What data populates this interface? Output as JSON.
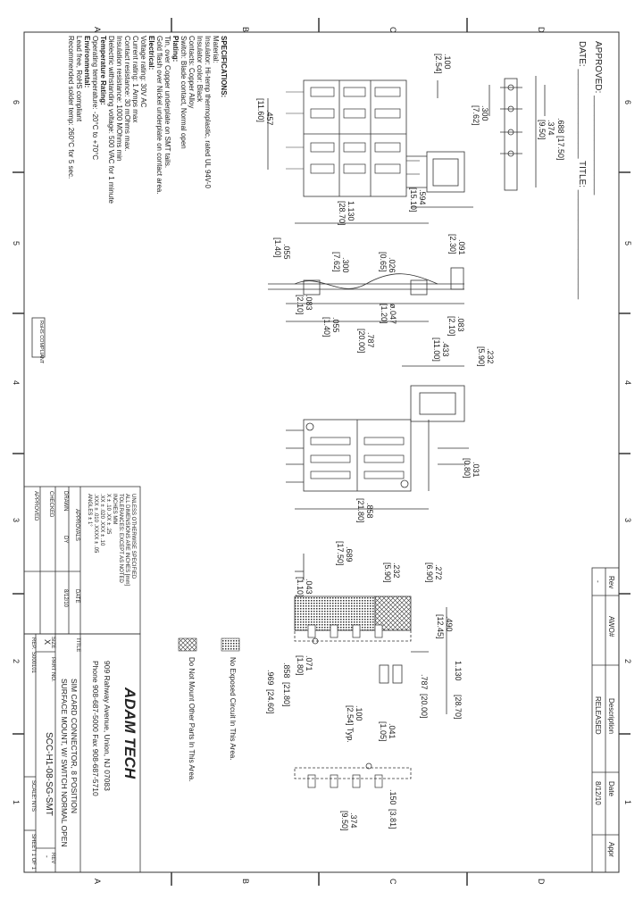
{
  "border": {
    "top_letters": [
      "A",
      "B",
      "C",
      "D"
    ],
    "bottom_letters": [
      "A",
      "B",
      "C",
      "D"
    ],
    "left_numbers": [
      "6",
      "5",
      "4",
      "3",
      "2",
      "1"
    ],
    "right_numbers": [
      "6",
      "5",
      "4",
      "3",
      "2",
      "1"
    ]
  },
  "approval": {
    "approved": "APPROVED: ____________________",
    "date": "DATE: __________________",
    "title": "TITLE: ______________________"
  },
  "specs": {
    "heading": "SPECIFICATIONS:",
    "lines": [
      "Material:",
      "Insulator: Hi-temp thermoplastic, rated UL 94V-0",
      "Insulator color: Black",
      "Contacts: Copper Alloy",
      "Switch: Blade contact, Normal open",
      "Plating:",
      "Tin, over Copper underplate on SMT tails.",
      "Gold flash over Nickel underplate on contact area.",
      "Electrical:",
      "Voltage rating: 30V AC",
      "Current rating: 1 Amps max",
      "Contact resistance: 30 mOhms max.",
      "Insulation resistance: 1000 MOhms min",
      "Dielectric withstanding voltage: 500 VAC for 1 minute",
      "Temperature Rating:",
      "Operating temperature: -20°C to +70°C",
      "Environmental:",
      "Lead free, RoHS compliant",
      "Recommended solder temp: 260°C for 5 sec."
    ],
    "rohs": "RoHS COMPLIANT"
  },
  "dims": {
    "d100": ".100",
    "d254": "[2.54]",
    "d300": ".300",
    "d762": "[7.62]",
    "d688": ".688",
    "d1750": "[17.50]",
    "d374": ".374",
    "d950": "[9.50]",
    "d457": ".457",
    "d1160": "[11.60]",
    "d594": ".594",
    "d1510": "[15.10]",
    "d1130": "1.130",
    "d2870": "[28.70]",
    "d091": ".091",
    "d230": "[2.30]",
    "d026": ".026",
    "d065": "[0.65]",
    "d300b": ".300",
    "d762b": "[7.62]",
    "d055": ".055",
    "d140": "[1.40]",
    "d047": "ø.047",
    "d120": "[1.20]",
    "d083": ".083",
    "d210": "[2.10]",
    "d083b": ".083",
    "d210b": "[2.10]",
    "d055b": ".055",
    "d140b": "[1.40]",
    "d787": ".787",
    "d2000": "[20.00]",
    "d433": ".433",
    "d1100": "[11.00]",
    "d232": ".232",
    "d590": "[5.90]",
    "d031": ".031",
    "d080": "[0.80]",
    "d858": ".858",
    "d2180": "[21.80]",
    "d689": ".689",
    "d1750b": "[17.50]",
    "d232b": ".232",
    "d590b": "[5.90]",
    "d272": ".272",
    "d690": "[6.90]",
    "d043": ".043",
    "d110": "[1.10]",
    "d490": ".490",
    "d1245": "[12.45]",
    "d1130b": "1.130",
    "d2870b": "[28.70]",
    "d787b": ".787",
    "d2000b": "[20.00]",
    "d071": ".071",
    "d180": "[1.80]",
    "d858b": ".858",
    "d2180b": "[21.80]",
    "d969": ".969",
    "d2460": "[24.60]",
    "d100b": ".100",
    "d254b": "[2.54] Typ.",
    "d041": ".041",
    "d105": "[1.05]",
    "d150": ".150",
    "d381": "[3.81]",
    "d374b": ".374",
    "d950b": "[9.50]"
  },
  "legend": {
    "no_circuit": "No Exposed Circuit In This Area.",
    "no_parts": "Do Not Mount Other Parts In This Area."
  },
  "revision": {
    "headers": [
      "Rev",
      "AWO#",
      "Description",
      "Date",
      "Appr"
    ],
    "row": [
      "-",
      "",
      "RELEASED",
      "8/12/10",
      ""
    ]
  },
  "tolerance": {
    "lines": [
      "UNLESS OTHERWISE SPECIFIED",
      "ALL DIMENSIONS ARE INCHES [mm]",
      "TOLERANCES: EXCEPT AS NOTED",
      "INCHES          MM",
      "X    ± .10       .XX   ± .25",
      ".XX  ± .020      .XXX  ± .10",
      ".XXX ± .010      .XXXX ± .05",
      "ANGLES ± 1°"
    ],
    "approvals_label": "APPROVALS",
    "date_label": "DATE",
    "drawn_label": "DRAWN",
    "drawn_by": "DY",
    "drawn_date": "8/12/10",
    "checked_label": "CHECKED",
    "approved_label": "APPROVED"
  },
  "company": {
    "name": "ADAM TECH",
    "address": "909 Rahway Avenue, Union, NJ 07083",
    "phone": "Phone 908-687-5000 Fax 908-687-5710"
  },
  "title_block": {
    "title_label": "TITLE",
    "title_line1": "SIM CARD CONNECTOR, 8 POSITION",
    "title_line2": "SURFACE MOUNT, W/ SWITCH NORMAL OPEN",
    "size_label": "SIZE",
    "size": "X",
    "part_label": "PART NO.",
    "part_no": "SCC-H1-08-SG-SMT",
    "rev_label": "REV",
    "rev": "-",
    "rep_label": "REP.",
    "rep": "S000101",
    "scale": "SCALE: NTS",
    "sheet": "SHEET 1 OF 1"
  }
}
